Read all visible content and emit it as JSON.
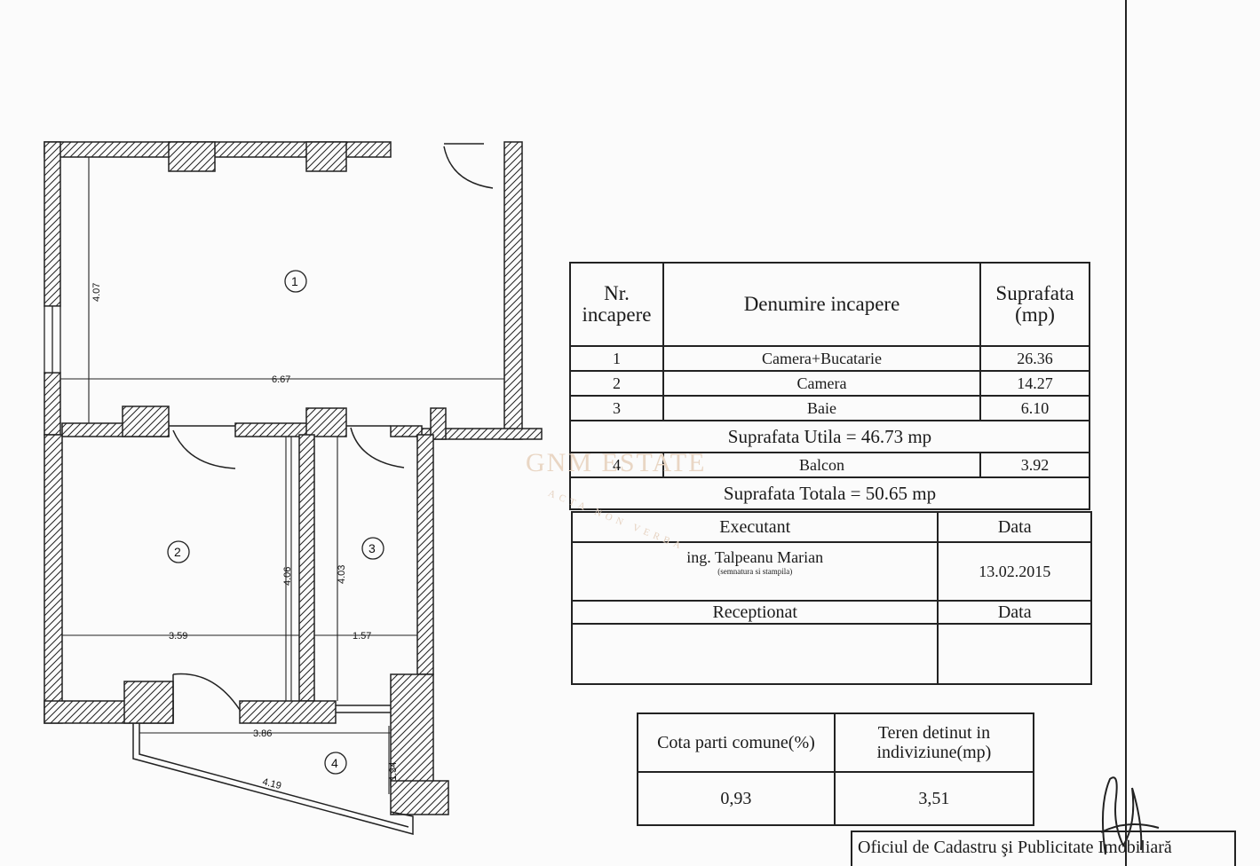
{
  "plan": {
    "rooms": [
      "1",
      "2",
      "3",
      "4"
    ],
    "dimensions": [
      "4.07",
      "6.67",
      "4.06",
      "4.03",
      "3.59",
      "1.57",
      "3.86",
      "4.19",
      "1.34"
    ]
  },
  "room_table": {
    "headers": {
      "nr": "Nr. incapere",
      "denumire": "Denumire incapere",
      "suprafata": "Suprafata (mp)"
    },
    "rows": [
      {
        "nr": "1",
        "name": "Camera+Bucatarie",
        "area": "26.36"
      },
      {
        "nr": "2",
        "name": "Camera",
        "area": "14.27"
      },
      {
        "nr": "3",
        "name": "Baie",
        "area": "6.10"
      }
    ],
    "utila": "Suprafata Utila =  46.73 mp",
    "balcon": {
      "nr": "4",
      "name": "Balcon",
      "area": "3.92"
    },
    "totala": "Suprafata Totala = 50.65 mp",
    "executant_label": "Executant",
    "data_label": "Data",
    "executant_name": "ing. Talpeanu Marian",
    "executant_note": "(semnatura si stampila)",
    "executant_date": "13.02.2015",
    "receptionat_label": "Receptionat",
    "receptionat_data_label": "Data"
  },
  "share_table": {
    "col1_header": "Cota parti comune(%)",
    "col2_header": "Teren detinut in indiviziune(mp)",
    "col1_value": "0,93",
    "col2_value": "3,51"
  },
  "watermark": {
    "brand": "GNM ESTATE",
    "motto": "ACTA NON VERBA"
  },
  "stamp": "Oficiul de Cadastru şi Publicitate Imobiliară"
}
